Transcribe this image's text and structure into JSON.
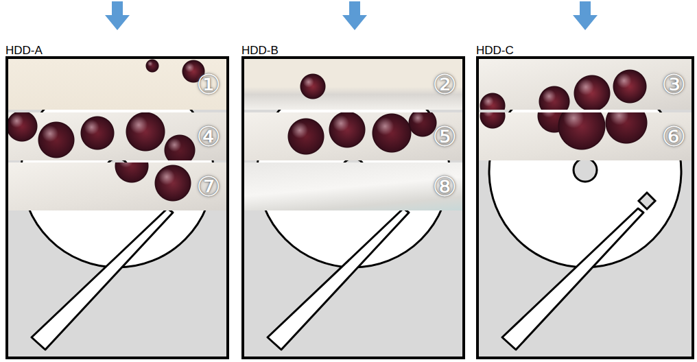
{
  "diagram": {
    "nodes": [
      {
        "text": [
          "HDD-A"
        ]
      },
      {
        "text": [
          "①"
        ],
        "in": 0
      },
      {
        "text": [
          "④"
        ],
        "in": 0
      },
      {
        "text": [
          "⑦"
        ],
        "in": 0
      },
      {
        "text": [
          "HDD-B"
        ]
      },
      {
        "text": [
          "②"
        ],
        "in": 4
      },
      {
        "text": [
          "⑤"
        ],
        "in": 4
      },
      {
        "text": [
          "⑧"
        ],
        "in": 4
      },
      {
        "text": [
          "HDD-C"
        ]
      },
      {
        "text": [
          "③"
        ],
        "in": 8
      },
      {
        "text": [
          "⑥"
        ],
        "in": 8
      }
    ]
  }
}
